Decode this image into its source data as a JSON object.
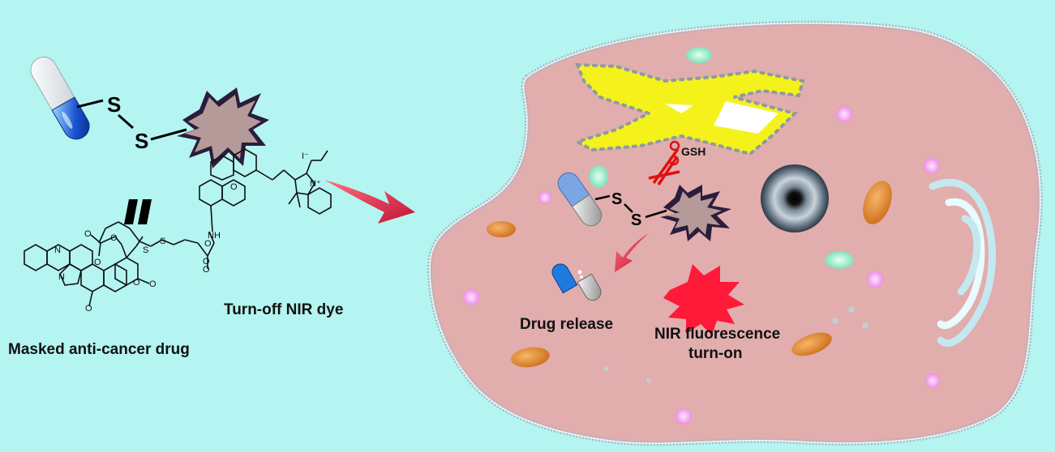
{
  "labels": {
    "masked_drug": "Masked anti-cancer drug",
    "turn_off_dye": "Turn-off NIR dye",
    "drug_release": "Drug release",
    "nir_line1": "NIR fluorescence",
    "nir_line2": "turn-on",
    "gsh": "GSH",
    "equals": "II"
  },
  "atoms": {
    "sulfur": "S",
    "nitrogen": "N",
    "oxygen": "O",
    "nh": "NH",
    "iodide": "I⁻",
    "n_plus": "N⁺"
  },
  "colors": {
    "background": "#b4f4f1",
    "cell": "#e2adad",
    "cell_border": "#a9b5be",
    "capsule_blue": "#1f5fd6",
    "star_gray": "#b59a9a",
    "arrow_red": "#e2334d",
    "nir_star": "#ff1a3a",
    "er_yellow": "#f4f21a",
    "mito_orange": "#e88b2f"
  },
  "icons": [
    "capsule-icon",
    "scissors-icon",
    "star-burst-icon",
    "nucleus-icon",
    "golgi-icon",
    "mitochondria-icon"
  ]
}
